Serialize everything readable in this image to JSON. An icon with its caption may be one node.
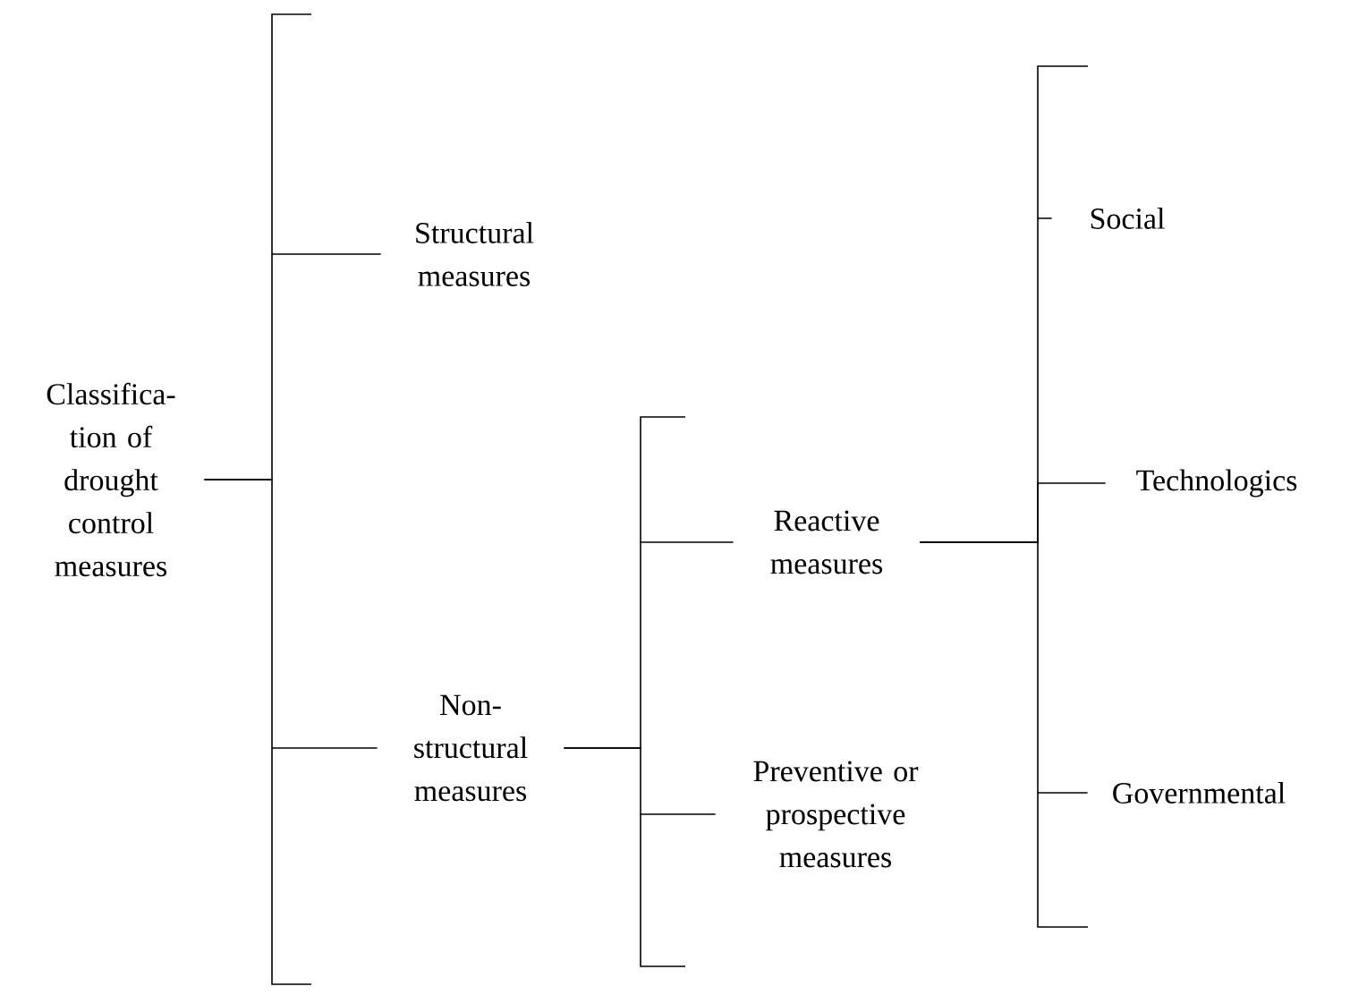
{
  "diagram": {
    "nodes": [
      {
        "text": [
          "Classifica- tion of drought control measures"
        ]
      },
      {
        "text": [
          "Structural measures"
        ]
      },
      {
        "text": [
          "Non- structural measures"
        ]
      },
      {
        "text": [
          "Reactive measures"
        ]
      },
      {
        "text": [
          "Preventive or prospective measures"
        ]
      },
      {
        "text": [
          "Social"
        ]
      },
      {
        "text": [
          "Technologics"
        ]
      },
      {
        "text": [
          "Governmental"
        ]
      }
    ],
    "edges": [
      {
        "from": 0,
        "to": 1,
        "arrow": "none"
      },
      {
        "from": 0,
        "to": 2,
        "arrow": "none"
      },
      {
        "from": 2,
        "to": 3,
        "arrow": "none"
      },
      {
        "from": 2,
        "to": 4,
        "arrow": "none"
      },
      {
        "from": 3,
        "to": 5,
        "arrow": "none"
      },
      {
        "from": 3,
        "to": 6,
        "arrow": "none"
      },
      {
        "from": 3,
        "to": 7,
        "arrow": "none"
      }
    ]
  }
}
